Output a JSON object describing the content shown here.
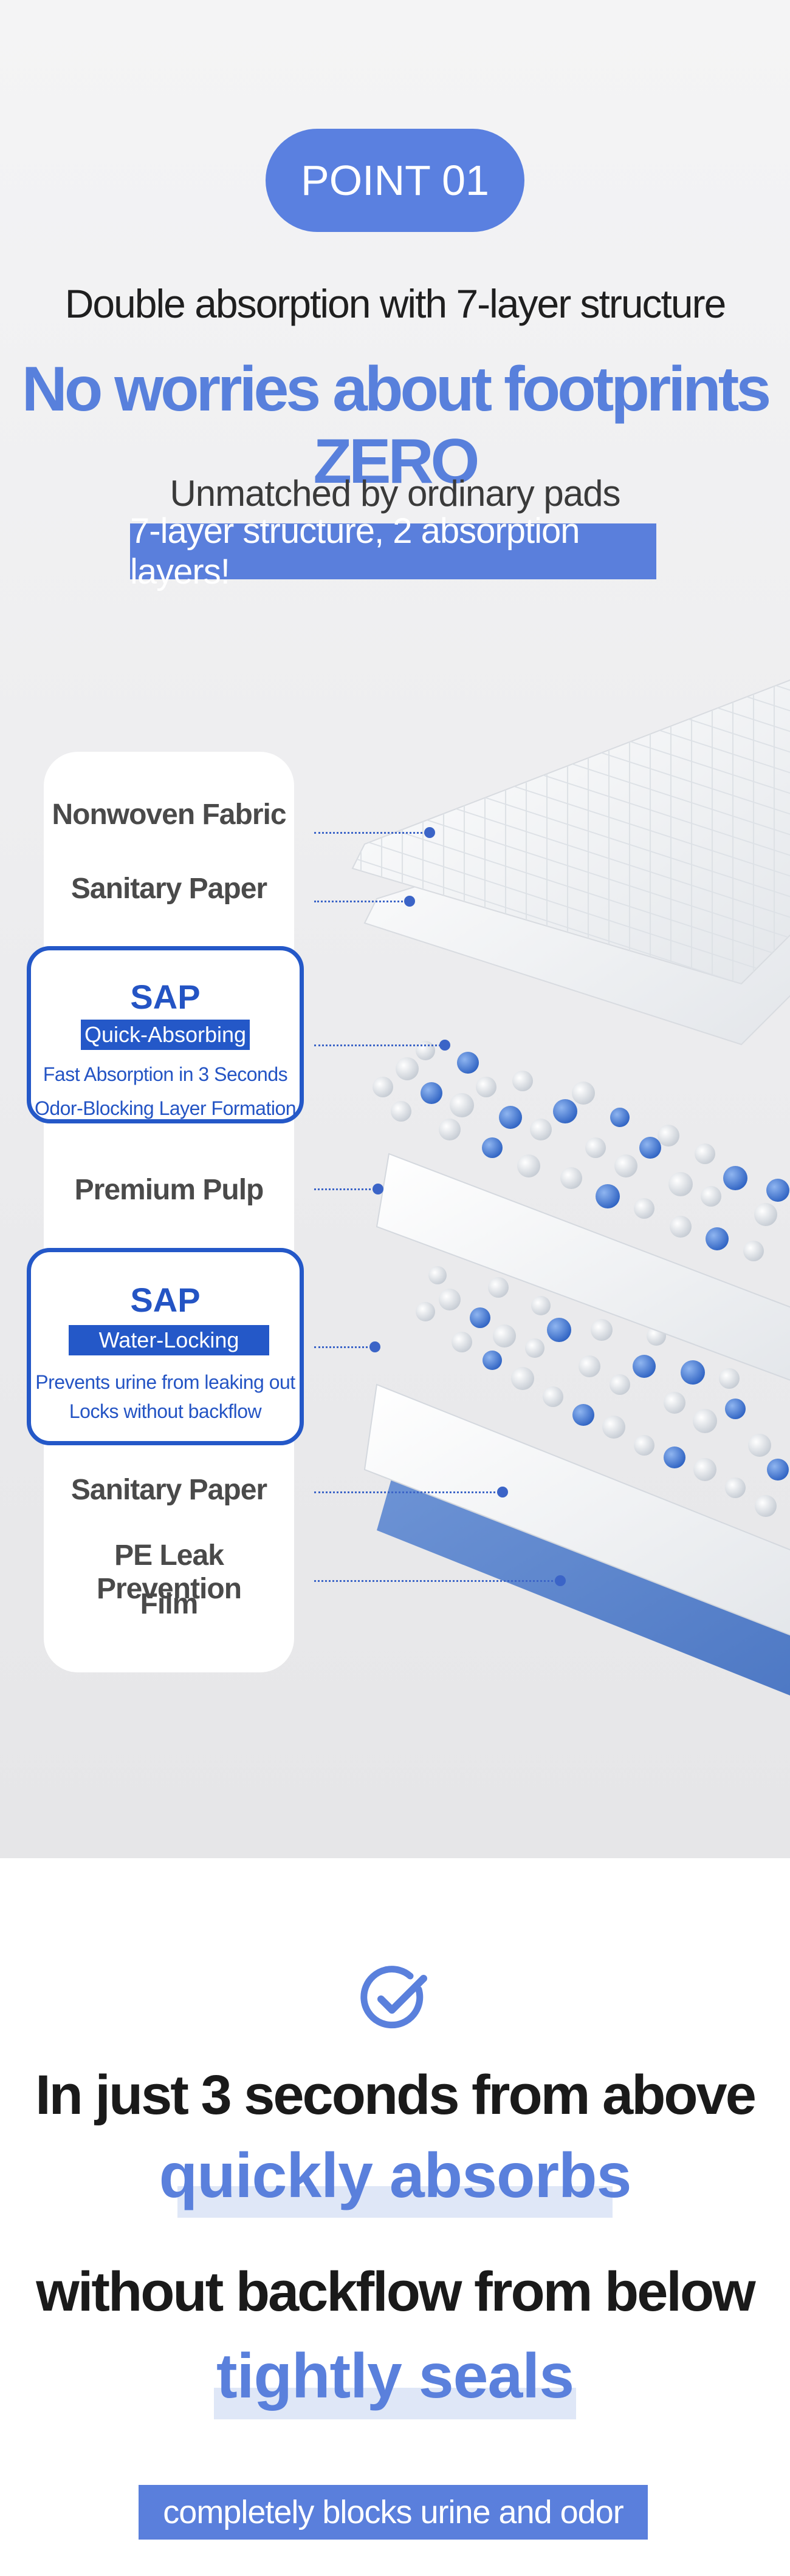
{
  "point_badge": "POINT 01",
  "headline": "Double absorption with 7-layer structure",
  "main_headline": "No worries about footprints ZERO",
  "subhead": "Unmatched by ordinary pads",
  "subhead_highlight": "7-layer structure, 2 absorption layers!",
  "layers": {
    "nonwoven": "Nonwoven Fabric",
    "sanitary_top": "Sanitary Paper",
    "sap1": {
      "title": "SAP",
      "tag": "Quick-Absorbing",
      "line1": "Fast Absorption in 3 Seconds",
      "line2": "Odor-Blocking Layer Formation"
    },
    "pulp": "Premium Pulp",
    "sap2": {
      "title": "SAP",
      "tag": "Water-Locking",
      "line1": "Prevents urine from leaking out",
      "line2": "Locks without backflow"
    },
    "sanitary_bottom": "Sanitary Paper",
    "pe_line1": "PE Leak Prevention",
    "pe_line2": "Film"
  },
  "colors": {
    "accent": "#5a80e0",
    "deep_blue": "#2458c8",
    "highlight_bg": "#dfe7f7"
  },
  "icons": [
    "check-circle-icon"
  ],
  "bottom": {
    "line1": "In just 3 seconds from above",
    "line2": "quickly absorbs",
    "line3": "without backflow from below",
    "line4": "tightly seals",
    "final_highlight": "completely blocks urine and odor"
  }
}
